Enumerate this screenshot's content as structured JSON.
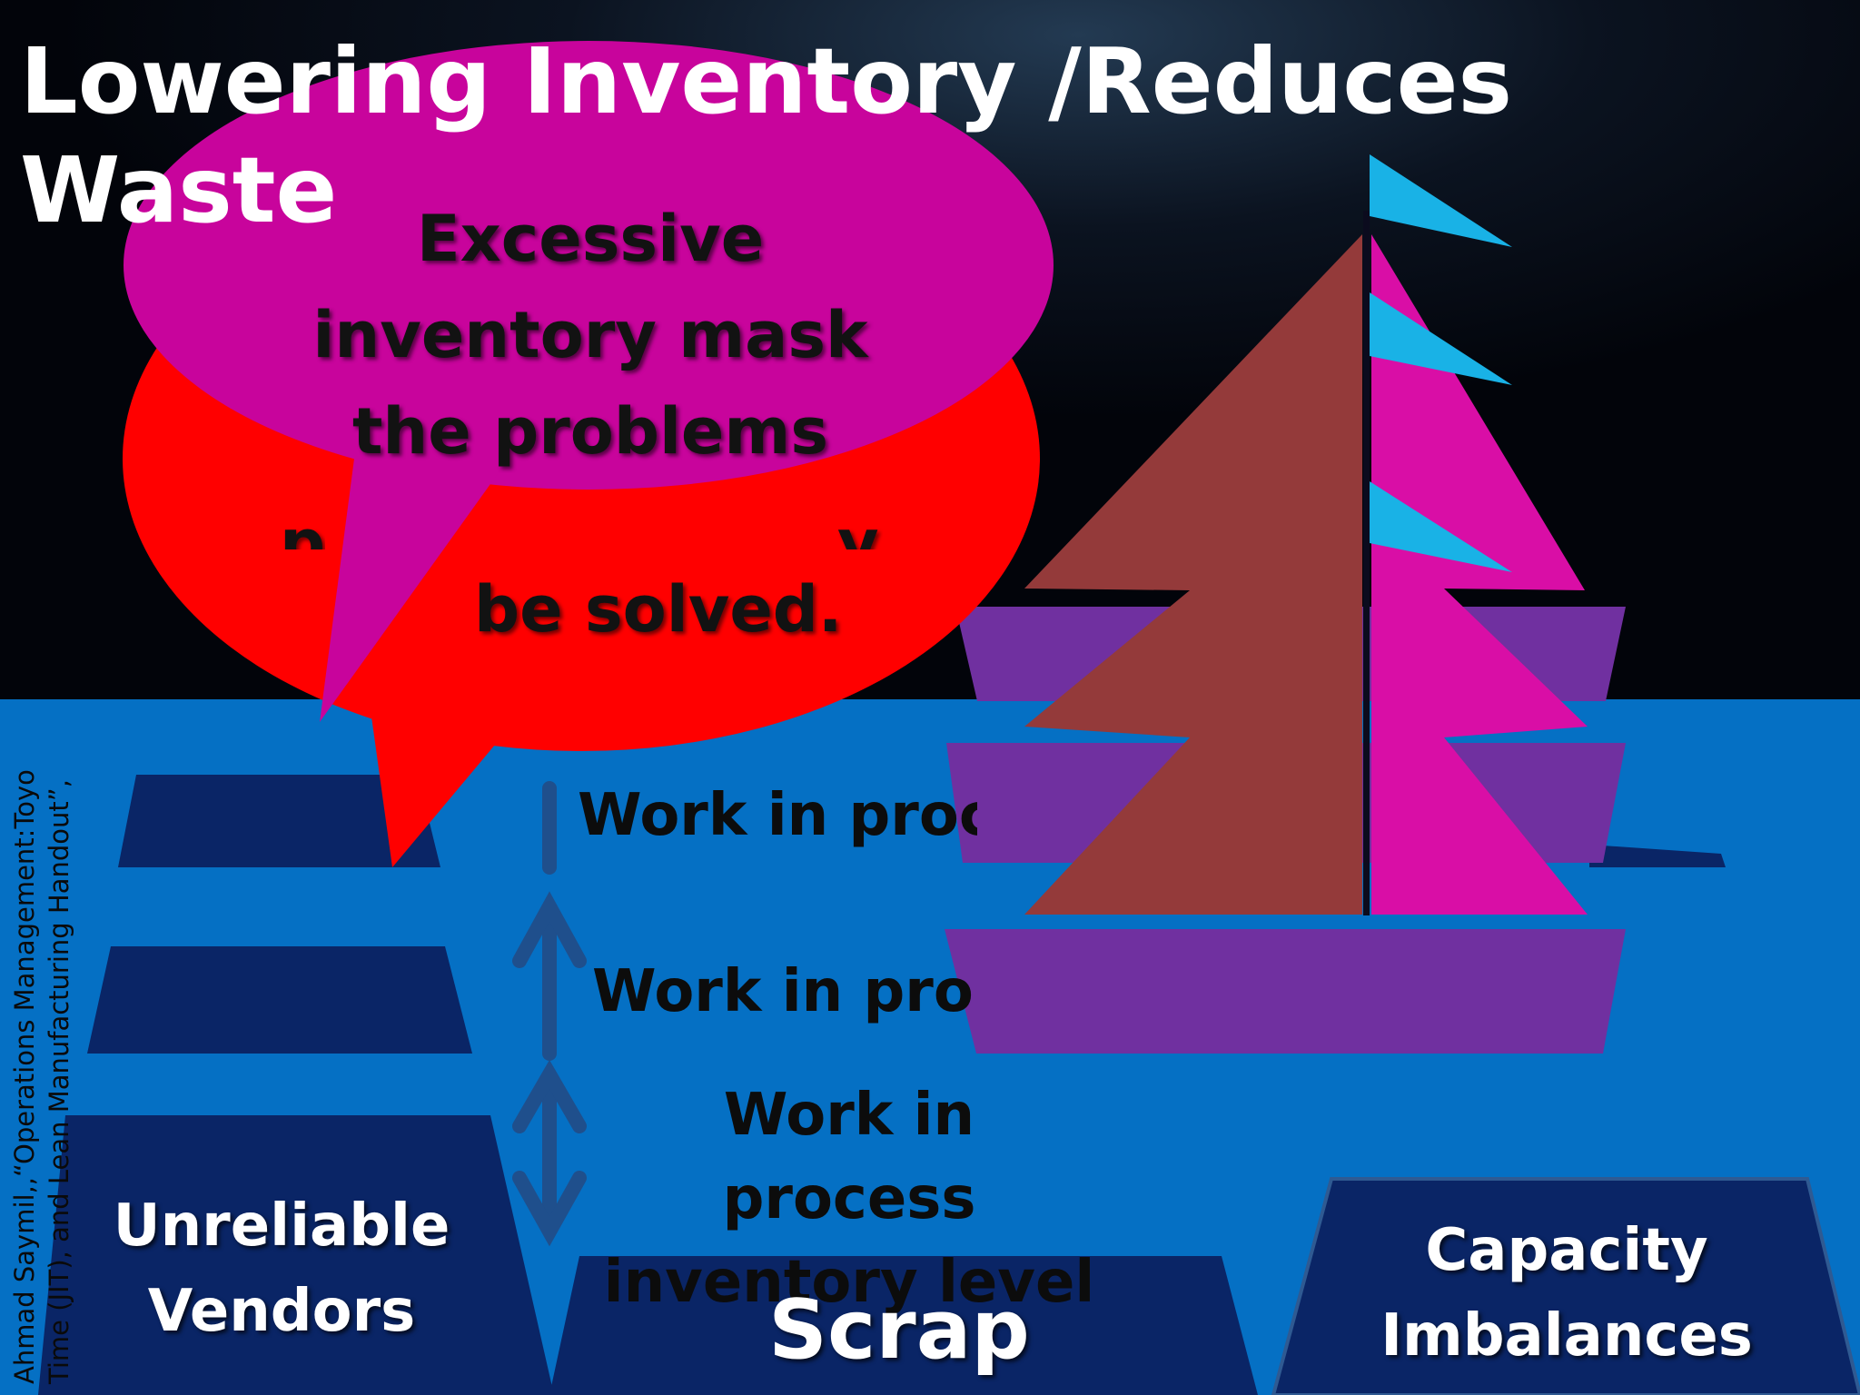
{
  "slide": {
    "title": "Lowering Inventory /Reduces Waste",
    "citation_line1": "Ahmad Saymil,,“Operations Management:Toyo",
    "citation_line2": "Time (JIT), and Lean Manufacturing Handout”,"
  },
  "callouts": {
    "front": "Excessive inventory mask the problems",
    "back_visible": [
      "p",
      "y",
      "be solved."
    ]
  },
  "levels": [
    {
      "label": "Work in proc"
    },
    {
      "label": "Work in proc"
    },
    {
      "label": "Work in process inventory level"
    }
  ],
  "rocks": [
    {
      "label": "Unreliable Vendors"
    },
    {
      "label": "Scrap"
    },
    {
      "label": "Capacity Imbalances"
    }
  ],
  "colors": {
    "sky": "#02040a",
    "water": "#0570c4",
    "rock": "#0a2566",
    "red_callout": "#ff0000",
    "magenta_callout": "#c8049c",
    "sail_left": "#943a3a",
    "sail_right": "#d90ea6",
    "hull": "#7030a0",
    "flag": "#19b2e6",
    "arrow": "#1f4f8c"
  },
  "icons": {
    "level-arrow": "up-arrow",
    "level-range-arrow": "double-arrow"
  }
}
